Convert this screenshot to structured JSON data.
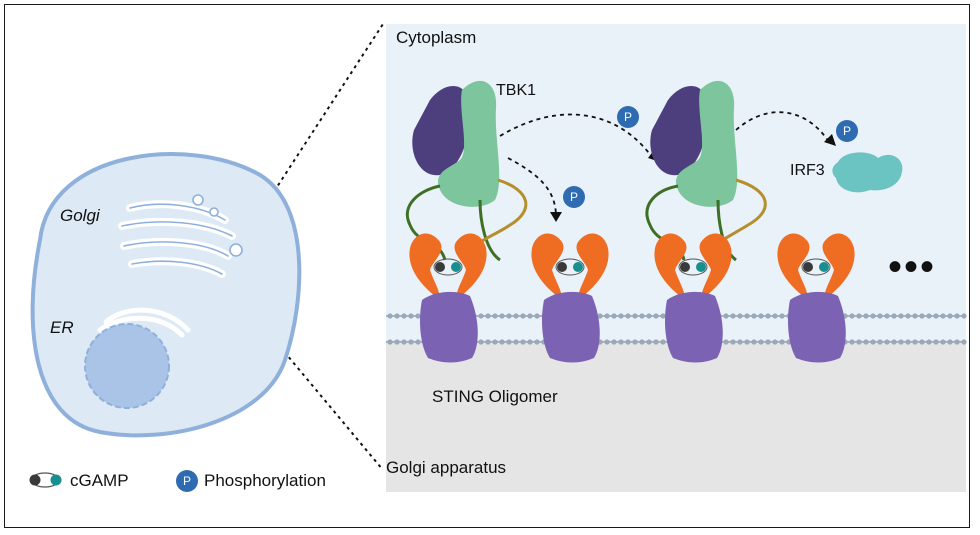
{
  "labels": {
    "cytoplasm": "Cytoplasm",
    "tbk1": "TBK1",
    "irf3": "IRF3",
    "sting_oligomer": "STING Oligomer",
    "golgi_apparatus": "Golgi apparatus",
    "golgi": "Golgi",
    "er": "ER"
  },
  "legend": {
    "cgamp": "cGAMP",
    "phosphorylation": "Phosphorylation",
    "p_symbol": "P"
  },
  "ellipsis": "•••",
  "colors": {
    "cytoplasm_bg": "#e9f1f9",
    "golgi_bg": "#e5e5e5",
    "cell_fill": "#dde9f5",
    "cell_border": "#8fb0db",
    "sting_orange": "#ee6d22",
    "sting_purple": "#7b62b2",
    "tbk1_dark": "#4d3f7e",
    "tbk1_green": "#7dc59c",
    "irf3_teal": "#6cc4c2",
    "phospho_blue": "#2f6bb0",
    "linker_green": "#3f6f24",
    "linker_olive": "#b58f2c"
  }
}
